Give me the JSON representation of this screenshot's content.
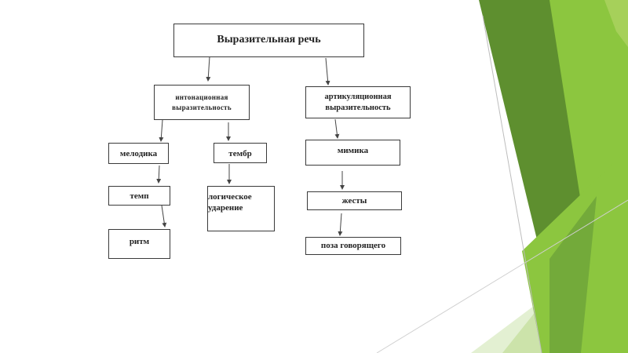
{
  "diagram": {
    "root": "Выразительная речь",
    "intonation": {
      "line1": "интонационная",
      "line2": "выразительность"
    },
    "articulation": {
      "line1": "артикуляционная",
      "line2": "выразительность"
    },
    "melody": "мелодика",
    "timbre": "тембр",
    "mimicry": "мимика",
    "tempo": "темп",
    "logical_stress": {
      "line1": "логическое",
      "line2": "ударение"
    },
    "gestures": "жесты",
    "rhythm": "ритм",
    "posture": "поза говорящего"
  },
  "colors": {
    "accent_dark": "#5e8f2f",
    "accent_mid": "#8cc63f",
    "accent_light": "#c5e0a0",
    "accent_pale": "#e3f0d2",
    "box_border": "#3a3a3a"
  }
}
